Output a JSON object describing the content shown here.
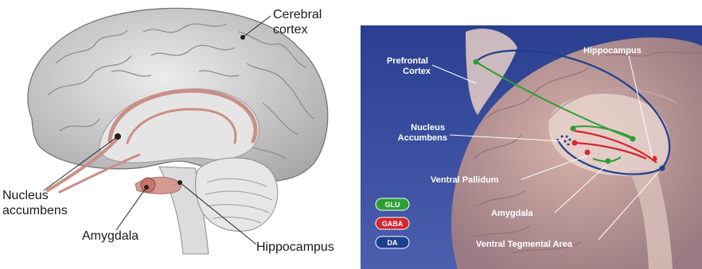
{
  "left_panel": {
    "labels": {
      "cerebral_cortex": [
        "Cerebral",
        "cortex"
      ],
      "nucleus_accumbens": [
        "Nucleus",
        "accumbens"
      ],
      "amygdala": "Amygdala",
      "hippocampus": "Hippocampus"
    }
  },
  "right_panel": {
    "labels": {
      "prefrontal_cortex": [
        "Prefrontal",
        "Cortex"
      ],
      "hippocampus": "Hippocampus",
      "nucleus_accumbens": [
        "Nucleus",
        "Accumbens"
      ],
      "ventral_pallidum": "Ventral Pallidum",
      "amygdala": "Amygdala",
      "ventral_tegmental_area": "Ventral Tegmental Area"
    },
    "legend": [
      {
        "label": "GLU",
        "color": "#2e9e34"
      },
      {
        "label": "GABA",
        "color": "#d6252b"
      },
      {
        "label": "DA",
        "color": "#1f3f8f"
      }
    ]
  },
  "colors": {
    "pathway_pink": "#c98f86",
    "glu": "#2e9e34",
    "gaba": "#d6252b",
    "da": "#1f3f8f"
  }
}
